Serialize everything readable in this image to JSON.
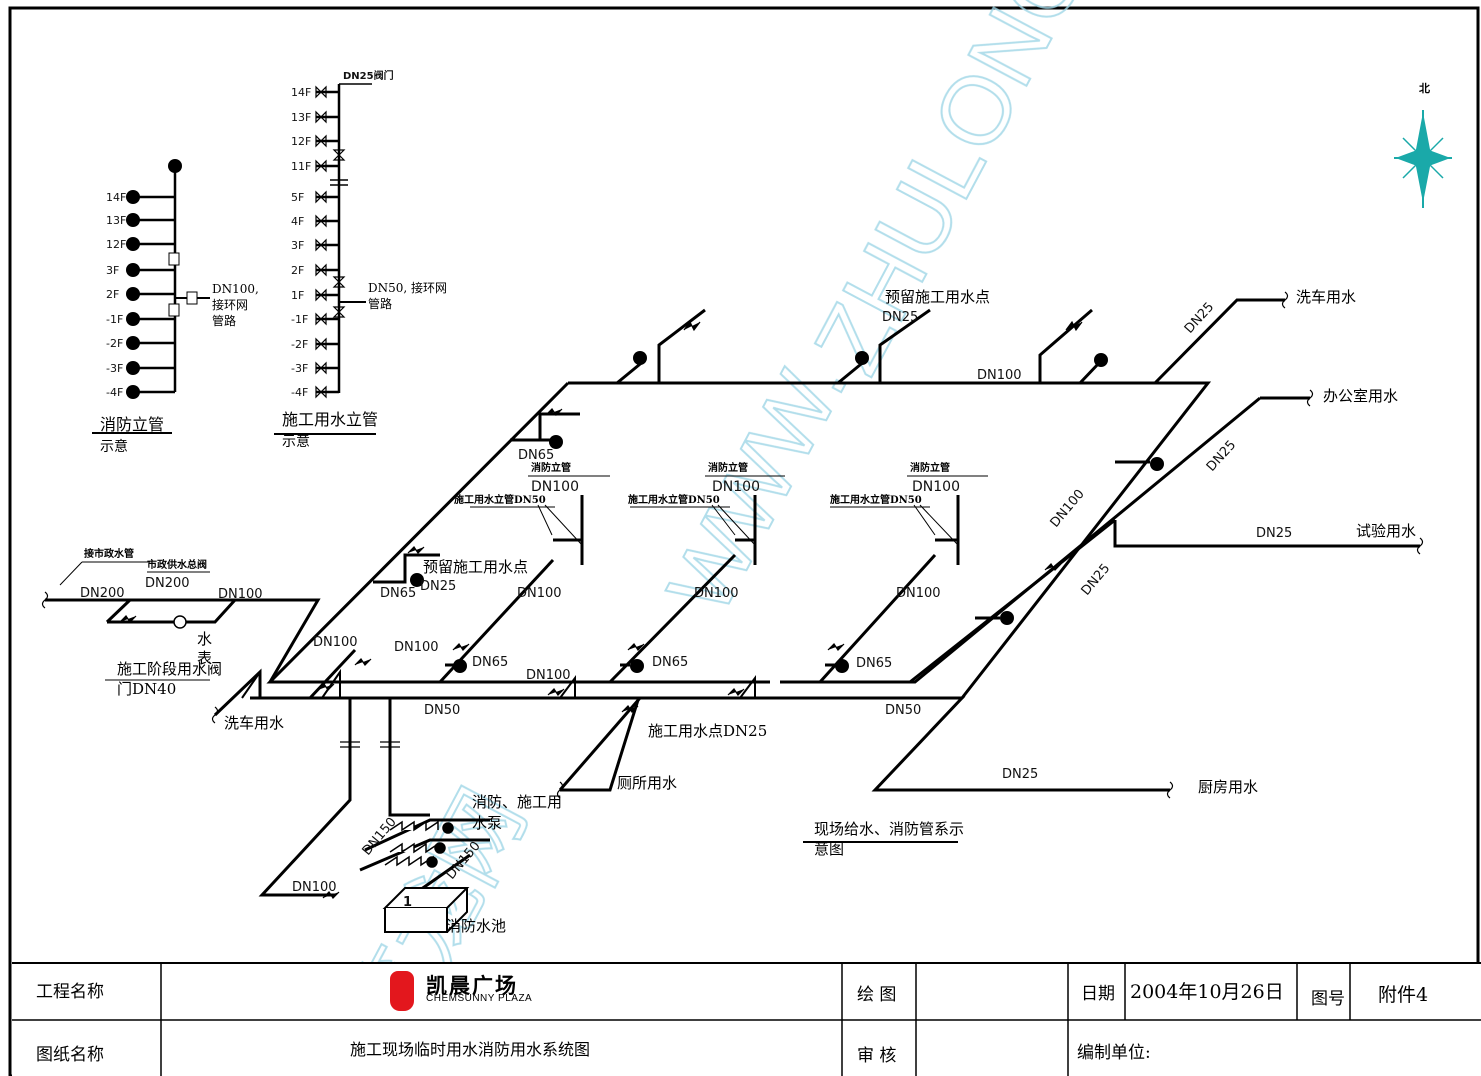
{
  "north": {
    "label": "北"
  },
  "riser_fire": {
    "floors": [
      "14F",
      "13F",
      "12F",
      "3F",
      "2F",
      "-1F",
      "-2F",
      "-3F",
      "-4F"
    ],
    "note_lines": [
      "DN100,",
      "接环网",
      "管路"
    ],
    "caption_line1": "消防立管",
    "caption_line2": "示意"
  },
  "riser_construction": {
    "top_label": "DN25阀门",
    "floors": [
      "14F",
      "13F",
      "12F",
      "11F",
      "5F",
      "4F",
      "3F",
      "2F",
      "1F",
      "-1F",
      "-2F",
      "-3F",
      "-4F"
    ],
    "note_lines": [
      "DN50, 接环网",
      "管路"
    ],
    "caption_line1": "施工用水立管",
    "caption_line2": "示意"
  },
  "labels": {
    "reserve_top": "预留施工用水点",
    "dn25_reserve_top": "DN25",
    "car_wash_top": "洗车用水",
    "office": "办公室用水",
    "test": "试验用水",
    "kitchen": "厨房用水",
    "dn100_top": "DN100",
    "dn25_car": "DN25",
    "dn25_office": "DN25",
    "dn100_right": "DN100",
    "dn25_test": "DN25",
    "dn25_right": "DN25",
    "dn25_bottom": "DN25",
    "dn50_right": "DN50",
    "dn65_left_top": "DN65",
    "fire_riser_1": "消防立管",
    "dn100_riser_1": "DN100",
    "constr_riser_1": "施工用水立管DN50",
    "dn100_branch_1": "DN100",
    "fire_riser_2": "消防立管",
    "dn100_riser_2": "DN100",
    "constr_riser_2": "施工用水立管DN50",
    "dn100_branch_2": "DN100",
    "fire_riser_3": "消防立管",
    "dn100_riser_3": "DN100",
    "constr_riser_3": "施工用水立管DN50",
    "dn100_branch_3": "DN100",
    "reserve_mid": "预留施工用水点",
    "dn25_reserve_mid": "DN25",
    "dn65_mid_left": "DN65",
    "municipal_pipe": "接市政水管",
    "municipal_valve": "市政供水总阀",
    "dn200_a": "DN200",
    "dn200_b": "DN200",
    "dn100_inlet": "DN100",
    "meter_1": "水",
    "meter_2": "表",
    "stage_valve_1": "施工阶段用水阀",
    "stage_valve_2": "门DN40",
    "car_wash_left": "洗车用水",
    "dn100_pump_1": "DN100",
    "dn100_pump_2": "DN100",
    "dn65_a": "DN65",
    "dn100_mid": "DN100",
    "dn65_b": "DN65",
    "dn65_c": "DN65",
    "dn50_left": "DN50",
    "constr_point": "施工用水点DN25",
    "toilet": "厕所用水",
    "pump_1": "消防、施工用",
    "pump_2": "水泵",
    "dn150_a": "DN150",
    "dn150_b": "DN150",
    "dn100_tank": "DN100",
    "tank_num": "1",
    "tank": "消防水池",
    "caption_main_1": "现场给水、消防管系示",
    "caption_main_2": "意图"
  },
  "watermark": {
    "text": "ZHULONG.COM",
    "text_www": "WWW.",
    "text_cn": "筑龙网"
  },
  "titleblock": {
    "project_name_label": "工程名称",
    "drawing_name_label": "图纸名称",
    "logo_cn": "凯晨广场",
    "logo_en": "CHEMSUNNY PLAZA",
    "drawing_name": "施工现场临时用水消防用水系统图",
    "draw_label": "绘 图",
    "check_label": "审 核",
    "date_label": "日期",
    "date_value": "2004年10月26日",
    "drawing_no_label": "图号",
    "drawing_no_value": "附件4",
    "unit_label": "编制单位:"
  },
  "colors": {
    "line": "#000000",
    "compass": "#1aa9a9",
    "watermark": "#9fd6e6",
    "logo": "#e3171d"
  }
}
